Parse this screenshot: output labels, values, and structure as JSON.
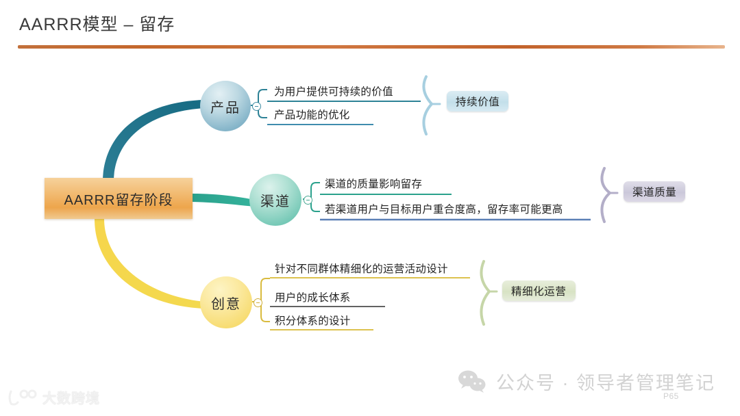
{
  "slide": {
    "title": "AARRR模型 – 留存",
    "accent_color": "#c4672c",
    "page_number": "P65"
  },
  "mindmap": {
    "root": {
      "label": "AARRR留存阶段",
      "color": "#eda54c"
    },
    "branches": [
      {
        "label": "产品",
        "color": "#87b6ca",
        "connector_color": "#1f6b82",
        "toggle": "collapse-minus",
        "items": [
          "为用户提供可持续的价值",
          "产品功能的优化"
        ],
        "summary": "持续价值",
        "summary_color": "#c3dfea",
        "brace_color": "#a7cfe0"
      },
      {
        "label": "渠道",
        "color": "#77c9b7",
        "connector_color": "#2aa18c",
        "toggle": "collapse-minus",
        "items": [
          "渠道的质量影响留存",
          "若渠道用户与目标用户重合度高，留存率可能更高"
        ],
        "summary": "渠道质量",
        "summary_color": "#cbc8da",
        "brace_color": "#b3aec8"
      },
      {
        "label": "创意",
        "color": "#f7dc72",
        "connector_color": "#f2d244",
        "toggle": "collapse-minus",
        "items": [
          "针对不同群体精细化的运营活动设计",
          "用户的成长体系",
          "积分体系的设计"
        ],
        "summary": "精细化运营",
        "summary_color": "#d8e3c4",
        "brace_color": "#c6d6a8"
      }
    ]
  },
  "watermark": {
    "text": "公众号 · 领导者管理笔记",
    "icon": "wechat-icon"
  },
  "brand": {
    "text": "大数跨境",
    "icon": "brand-mark-icon"
  }
}
